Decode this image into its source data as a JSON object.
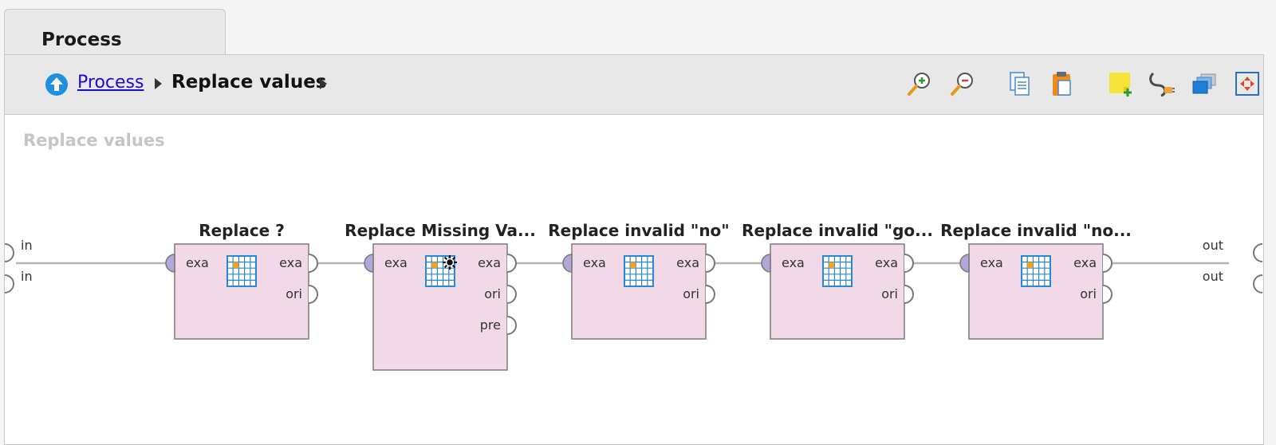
{
  "tab": {
    "label": "Process"
  },
  "breadcrumb": {
    "root": "Process",
    "current": "Replace values"
  },
  "toolbar": {
    "buttons": [
      {
        "icon": "zoom-in-icon"
      },
      {
        "icon": "zoom-out-icon"
      },
      {
        "icon": "copy-icon"
      },
      {
        "icon": "paste-icon"
      },
      {
        "icon": "add-note-icon"
      },
      {
        "icon": "auto-wire-icon"
      },
      {
        "icon": "arrange-layers-icon"
      },
      {
        "icon": "fit-view-icon"
      }
    ]
  },
  "canvas": {
    "title": "Replace values",
    "inputs": [
      "in",
      "in"
    ],
    "outputs": [
      "out",
      "out"
    ]
  },
  "operators": [
    {
      "title": "Replace ?",
      "in_ports": [
        "exa"
      ],
      "out_ports": [
        "exa",
        "ori"
      ]
    },
    {
      "title": "Replace Missing Va...",
      "in_ports": [
        "exa"
      ],
      "out_ports": [
        "exa",
        "ori",
        "pre"
      ]
    },
    {
      "title": "Replace invalid \"no\"",
      "in_ports": [
        "exa"
      ],
      "out_ports": [
        "exa",
        "ori"
      ]
    },
    {
      "title": "Replace invalid \"go...",
      "in_ports": [
        "exa"
      ],
      "out_ports": [
        "exa",
        "ori"
      ]
    },
    {
      "title": "Replace invalid \"no...",
      "in_ports": [
        "exa"
      ],
      "out_ports": [
        "exa",
        "ori"
      ]
    }
  ],
  "colors": {
    "operator_fill": "#f2d9e8",
    "operator_border": "#7a7a7a",
    "port_fill": "#b3a6d8",
    "wire": "#b5b5b5",
    "link": "#1a0dcc"
  }
}
